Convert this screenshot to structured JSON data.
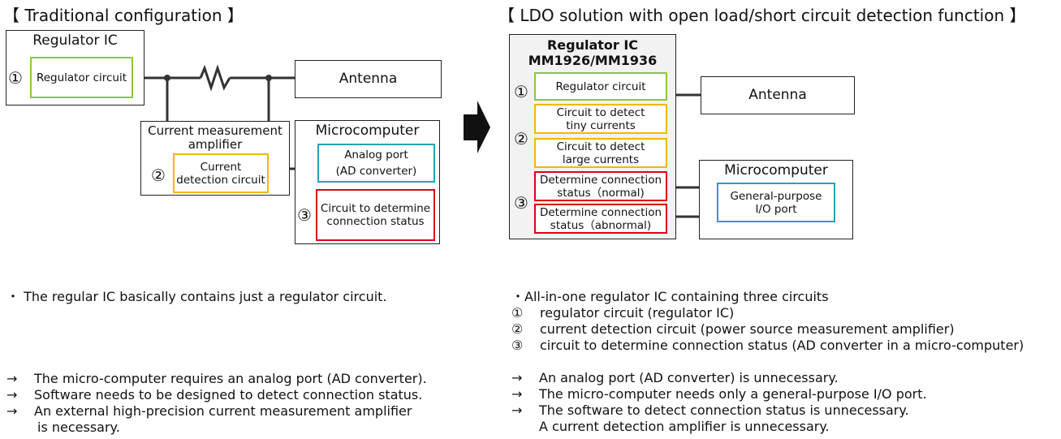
{
  "left": {
    "title": "【 Traditional configuration 】",
    "regulator_ic": {
      "label": "Regulator IC",
      "num": "①",
      "circuit": "Regulator circuit"
    },
    "antenna": "Antenna",
    "amplifier": {
      "label": "Current measurement amplifier",
      "num": "②",
      "circuit": "Current detection circuit"
    },
    "microcomputer": {
      "label": "Microcomputer",
      "analog_port": "Analog port\n(AD converter)",
      "num": "③",
      "circuit": "Circuit to determine connection status"
    },
    "bullet": "・ The regular IC basically contains just a regulator circuit.",
    "arrow_glyph": "→",
    "consequences": [
      "The micro-computer requires an analog port (AD converter).",
      "Software needs to be designed to detect connection status.",
      "An external high-precision current measurement amplifier",
      "is necessary."
    ]
  },
  "right": {
    "title": "【 LDO solution with open load/short circuit detection function 】",
    "regulator_ic": {
      "title": "Regulator IC\nMM1926/MM1936",
      "num1": "①",
      "num2": "②",
      "num3": "③",
      "regulator": "Regulator circuit",
      "tiny": "Circuit to detect tiny currents",
      "large": "Circuit to detect large currents",
      "normal": "Determine connection status（normal)",
      "abnormal": "Determine connection status（abnormal)"
    },
    "antenna": "Antenna",
    "microcomputer": {
      "label": "Microcomputer",
      "port": "General-purpose I/O port"
    },
    "bullet": "・All-in-one regulator IC containing three circuits",
    "items": [
      {
        "num": "①",
        "text": "regulator circuit (regulator IC)"
      },
      {
        "num": "②",
        "text": "current detection circuit (power source measurement amplifier)"
      },
      {
        "num": "③",
        "text": "circuit to determine connection status (AD converter in a micro-computer)"
      }
    ],
    "arrow_glyph": "→",
    "consequences": [
      "An analog port (AD converter) is unnecessary.",
      "The micro-computer needs only a general-purpose I/O port.",
      "The software to detect connection status is unnecessary.",
      "A current detection amplifier is unnecessary."
    ]
  },
  "colors": {
    "green": "#8cc63f",
    "yellow": "#f2b705",
    "blue": "#2aa0b8",
    "red": "#e0001a",
    "gray_fill": "#f2f2f2"
  },
  "icons": {
    "transition": "right-arrow-icon",
    "resistor": "resistor-icon"
  }
}
